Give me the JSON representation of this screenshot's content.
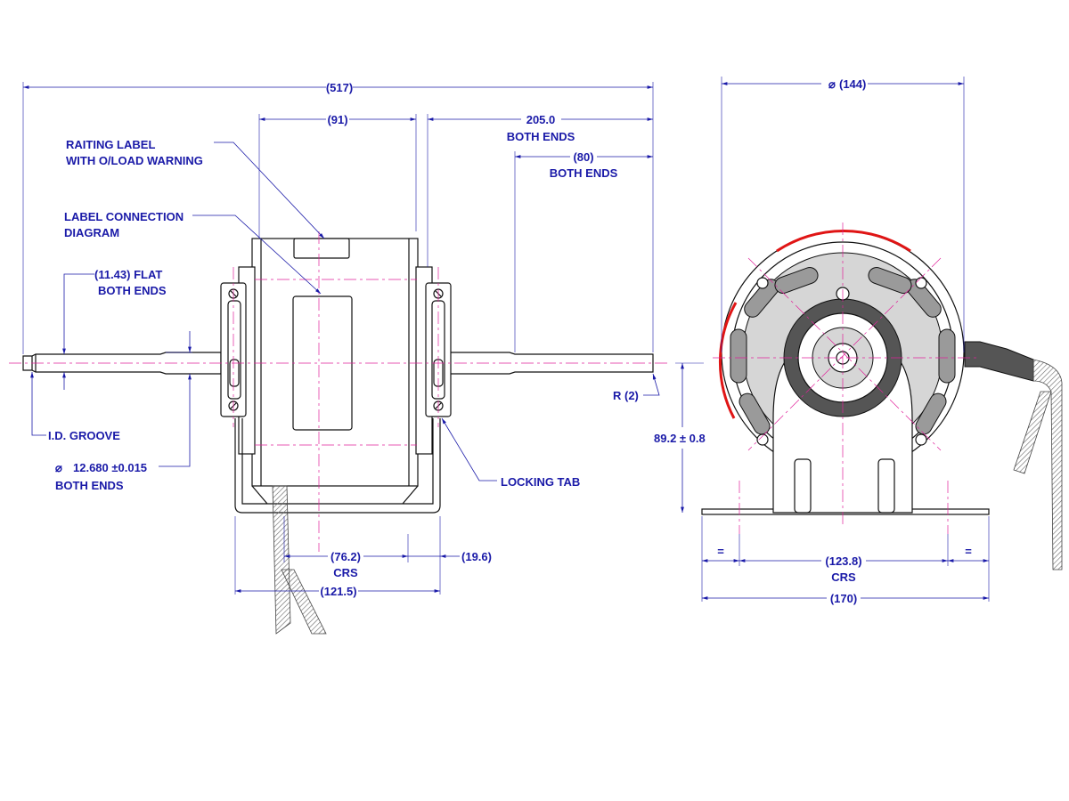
{
  "colors": {
    "dimension": "#1a1aa8",
    "centerline": "#e0219a",
    "warning_arc": "#e01515",
    "outline": "#111111"
  },
  "side_view": {
    "overall_length": "(517)",
    "body_length": "(91)",
    "shaft_extension": "205.0",
    "shaft_extension_note": "BOTH ENDS",
    "flat_length": "(80)",
    "flat_length_note": "BOTH ENDS",
    "rating_label_line1": "RAITING LABEL",
    "rating_label_line2": "WITH O/LOAD WARNING",
    "connection_label_line1": "LABEL CONNECTION",
    "connection_label_line2": "DIAGRAM",
    "flat_dim_line1": "(11.43) FLAT",
    "flat_dim_line2": "BOTH ENDS",
    "groove_label": "I.D. GROOVE",
    "shaft_dia_symbol": "⌀",
    "shaft_dia_line1": "12.680 ±0.015",
    "shaft_dia_line2": "BOTH ENDS",
    "radius_label": "R (2)",
    "locking_tab_label": "LOCKING TAB",
    "mount_crs": "(76.2)",
    "mount_crs_note": "CRS",
    "tab_offset": "(19.6)",
    "base_width": "(121.5)"
  },
  "end_view": {
    "dia_symbol": "⌀",
    "diameter": "(144)",
    "shaft_height": "89.2 ± 0.8",
    "equal_left": "=",
    "equal_right": "=",
    "slot_crs": "(123.8)",
    "slot_crs_note": "CRS",
    "base_length": "(170)"
  }
}
